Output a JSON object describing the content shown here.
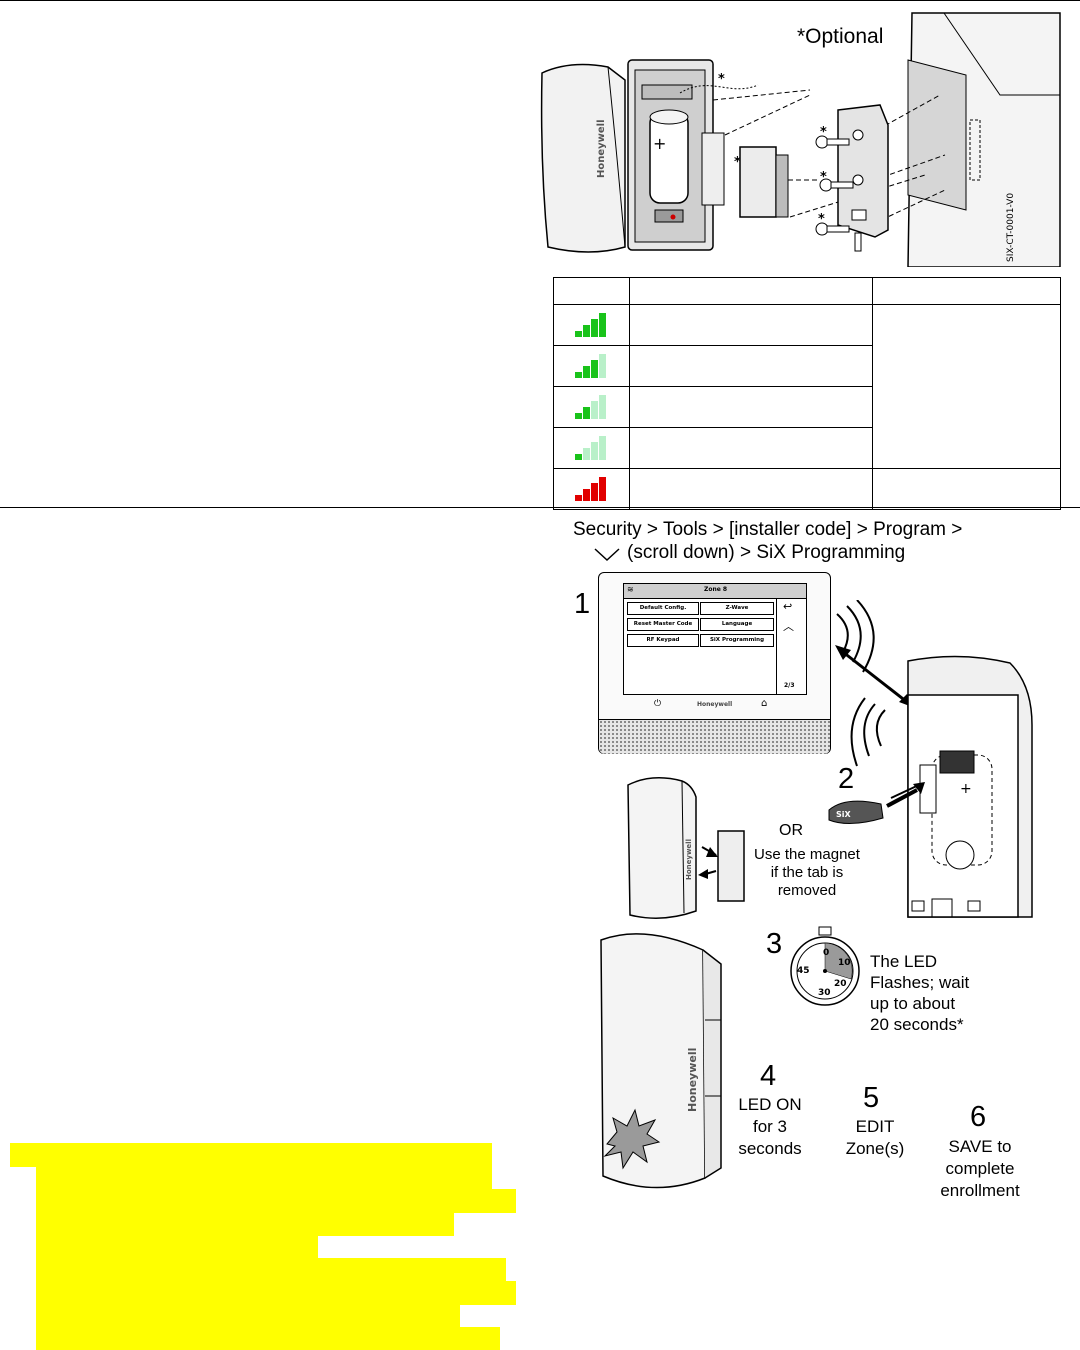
{
  "exploded_view": {
    "optional_note": "*Optional",
    "asterisk": "*",
    "plus": "+",
    "brand": "Honeywell",
    "figure_code": "SIX-CT-0001-V0"
  },
  "signal_table": {
    "rows": [
      {
        "bars": 4,
        "color": "#19c31a"
      },
      {
        "bars": 3,
        "color": "#19c31a"
      },
      {
        "bars": 2,
        "color": "#19c31a"
      },
      {
        "bars": 1,
        "color": "#19c31a"
      },
      {
        "bars": 4,
        "color": "#e10000"
      }
    ]
  },
  "enrollment": {
    "path_line1": "Security > Tools > [installer code] > Program >",
    "path_line2": "(scroll down) > SiX Programming",
    "panel": {
      "title": "Zone 8",
      "buttons": [
        "Default Config.",
        "Z-Wave",
        "Reset Master Code",
        "Language",
        "RF Keypad",
        "SiX Programming"
      ],
      "page_indicator": "2/3",
      "brand": "Honeywell"
    },
    "steps": {
      "s1": "1",
      "s2": "2",
      "or": "OR",
      "magnet": [
        "Use the magnet",
        "if the tab is",
        "removed"
      ],
      "s3": "3",
      "s3_text": [
        "The LED",
        "Flashes; wait",
        "up to about",
        "20 seconds*"
      ],
      "timer": {
        "t0": "0",
        "t10": "10",
        "t20": "20",
        "t30": "30",
        "t45": "45"
      },
      "s4": "4",
      "s4_text": [
        "LED ON",
        "for 3",
        "seconds"
      ],
      "s5": "5",
      "s5_text": [
        "EDIT",
        "Zone(s)"
      ],
      "s6": "6",
      "s6_text": [
        "SAVE to",
        "complete",
        "enrollment"
      ],
      "tab_label": "SiX"
    }
  },
  "colors": {
    "highlight": "#ffff00",
    "signal_green": "#19c31a",
    "signal_green_faded": "#b9f0c9",
    "signal_red": "#e10000"
  }
}
